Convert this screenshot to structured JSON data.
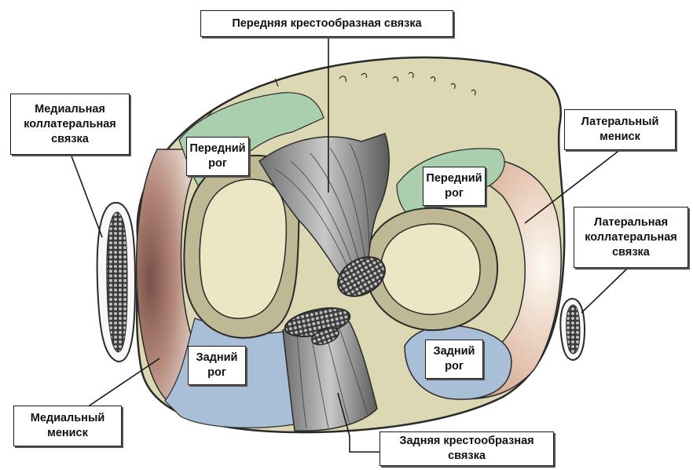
{
  "labels": {
    "acl": "Передняя крестообразная связка",
    "mcl": "Медиальная\nколлатеральная\nсвязка",
    "lateral_meniscus": "Латеральный\nмениск",
    "lcl": "Латеральная\nколлатеральная\nсвязка",
    "medial_meniscus": "Медиальный\nмениск",
    "pcl": "Задняя крестообразная\nсвязка",
    "ant_horn_medial": "Передний\nрог",
    "ant_horn_lateral": "Передний\nрог",
    "post_horn_medial": "Задний\nрог",
    "post_horn_lateral": "Задний\nрог"
  },
  "colors": {
    "plateau": "#dcd8b4",
    "plateau_edge": "#c9c39c",
    "cartilage": "#ebe6c4",
    "meniscus_rim": "#bfb894",
    "anterior_horn": "#a9cfae",
    "posterior_horn": "#a9bfd8",
    "meniscus_brown": "#b58a7c",
    "ligament": "#9a9a9a",
    "ligament_dark": "#5e5e5e",
    "outline": "#2a2a2a"
  }
}
